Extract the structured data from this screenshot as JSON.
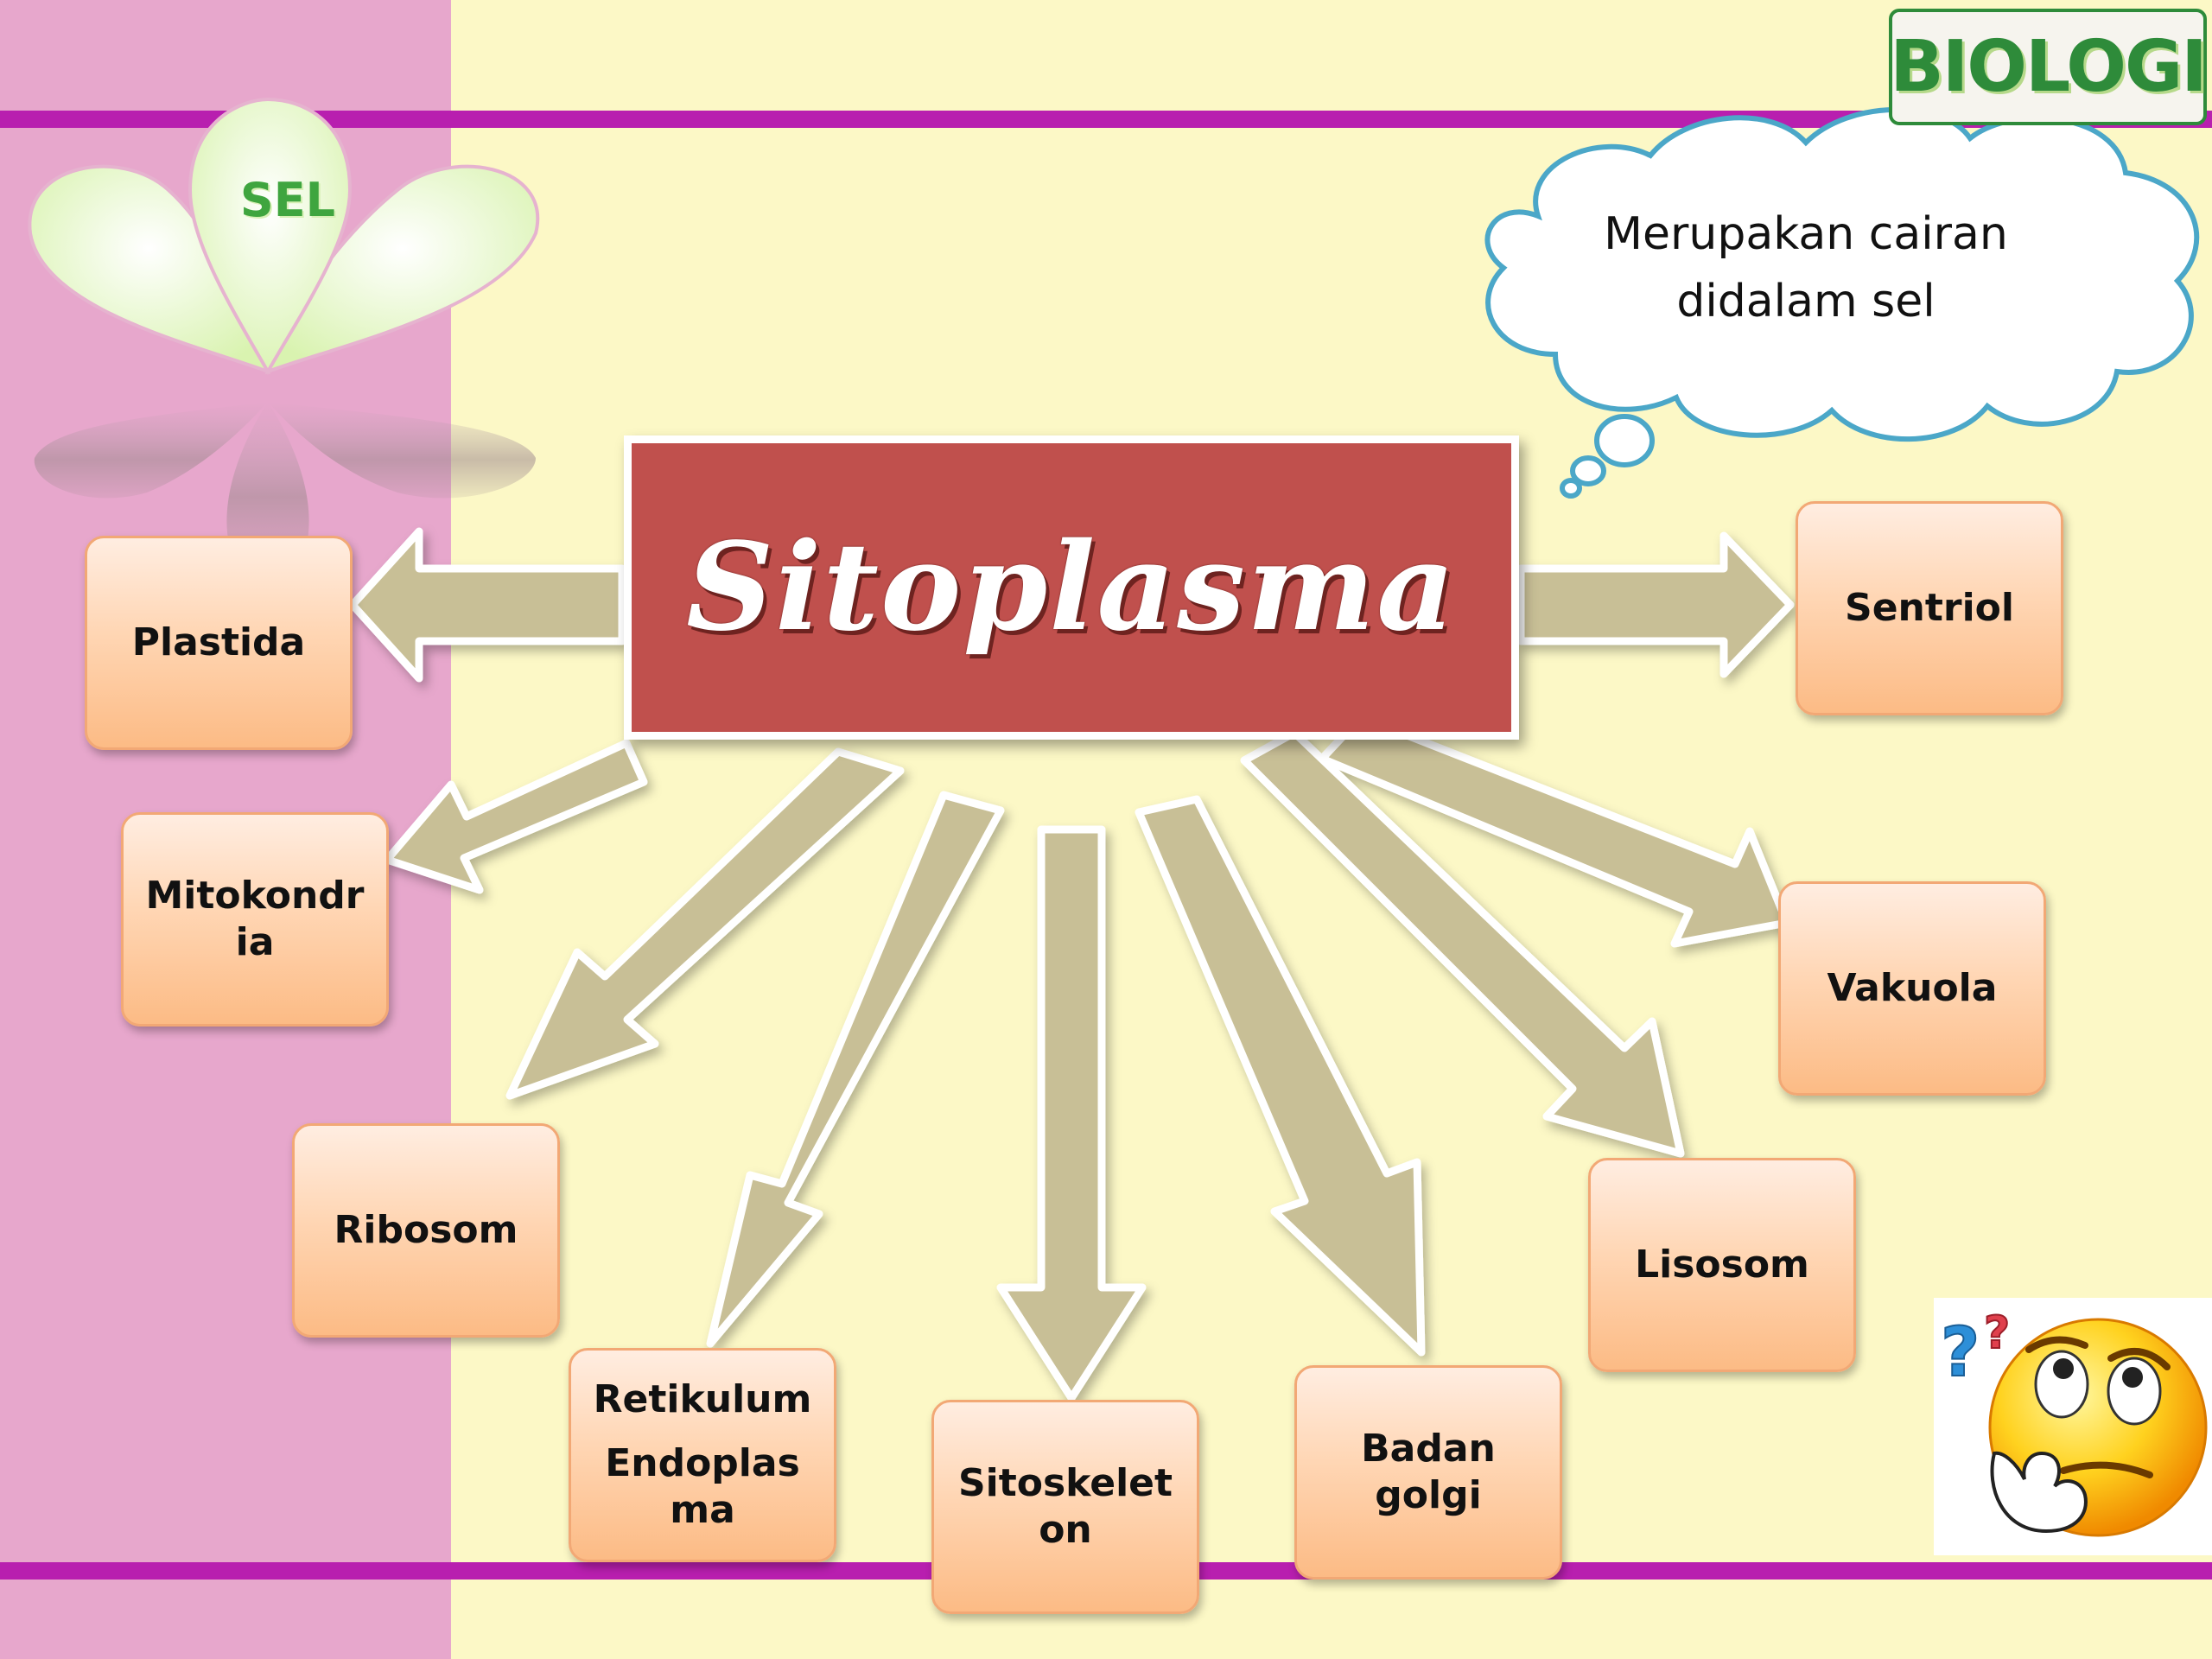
{
  "logo": "BIOLOGI",
  "sidebar_title": "SEL",
  "center": "Sitoplasma",
  "callout": {
    "line1": "Merupakan cairan",
    "line2": "didalam sel"
  },
  "organelles": {
    "plastida": "Plastida",
    "mitokondria": [
      "Mitokondr",
      "ia"
    ],
    "ribosom": "Ribosom",
    "retikulum": [
      "Retikulum",
      "Endoplas",
      "ma"
    ],
    "sitoskeleton": [
      "Sitoskelet",
      "on"
    ],
    "badan_golgi": [
      "Badan",
      "golgi"
    ],
    "lisosom": "Lisosom",
    "vakuola": "Vakuola",
    "sentriol": "Sentriol"
  },
  "colors": {
    "background": "#FCF8C6",
    "sidebar": "#E7A7CC",
    "accent_line": "#B81FAF",
    "center_box": "#C0504D",
    "arrow": "#C8BF96",
    "box_fill": "#FFD6B4",
    "cloud_border": "#4BA7C8",
    "logo_green": "#2E8B3A"
  },
  "icons": [
    "flower-icon",
    "thinking-face-icon",
    "thought-cloud-icon"
  ]
}
